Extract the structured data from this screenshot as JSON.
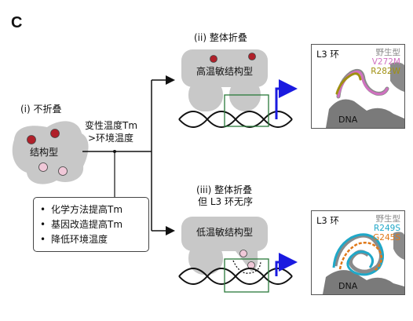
{
  "panel_letter": "C",
  "state_unfolded": {
    "title": "(i) 不折叠",
    "label": "结构型"
  },
  "trigger": {
    "line1": "变性温度Tm",
    "line2": ">环境温度"
  },
  "methods": [
    "化学方法提高Tm",
    "基因改造提高Tm",
    "降低环境温度"
  ],
  "state_folded": {
    "title": "(ii) 整体折叠",
    "label": "高温敏结构型"
  },
  "state_partial": {
    "title_line1": "(iii) 整体折叠",
    "title_line2": "但 L3 环无序",
    "label": "低温敏结构型"
  },
  "inset_top": {
    "title": "L3 环",
    "legend": [
      "野生型",
      "V272M",
      "R282W"
    ],
    "legend_colors": [
      "#8a8a8a",
      "#d070c0",
      "#a09010"
    ],
    "dna_label": "DNA"
  },
  "inset_bottom": {
    "title": "L3 环",
    "legend": [
      "野生型",
      "R249S",
      "G245S"
    ],
    "legend_colors": [
      "#8a8a8a",
      "#20a8c8",
      "#e07818"
    ],
    "dna_label": "DNA"
  },
  "colors": {
    "protein": "#c8c8c8",
    "site_dark": "#b0202a",
    "site_light": "#f0c8d8",
    "promoter": "#1a1ae0",
    "binding_box": "#2a7a3a"
  }
}
